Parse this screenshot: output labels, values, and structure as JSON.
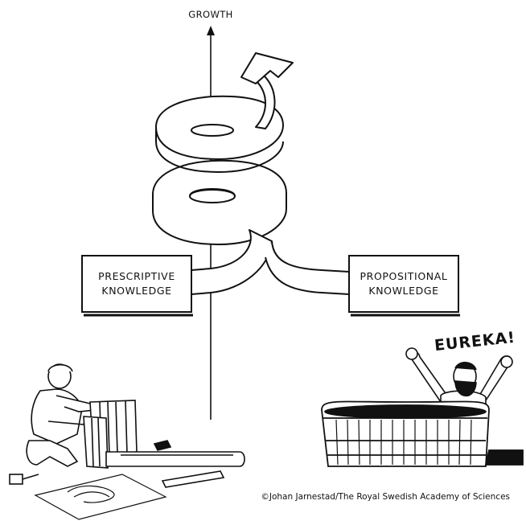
{
  "axis": {
    "label": "GROWTH"
  },
  "boxes": {
    "prescriptive": {
      "line1": "PRESCRIPTIVE",
      "line2": "KNOWLEDGE"
    },
    "propositional": {
      "line1": "PROPOSITIONAL",
      "line2": "KNOWLEDGE"
    }
  },
  "exclamation": "EUREKA!",
  "credit": "©Johan Jarnestad/The Royal Swedish Academy of Sciences",
  "icons": [
    "arrow-up-icon",
    "spiral-arrow-icon",
    "craftsman-figure",
    "bathing-man-figure",
    "wooden-tub-icon",
    "hammer-icon"
  ]
}
